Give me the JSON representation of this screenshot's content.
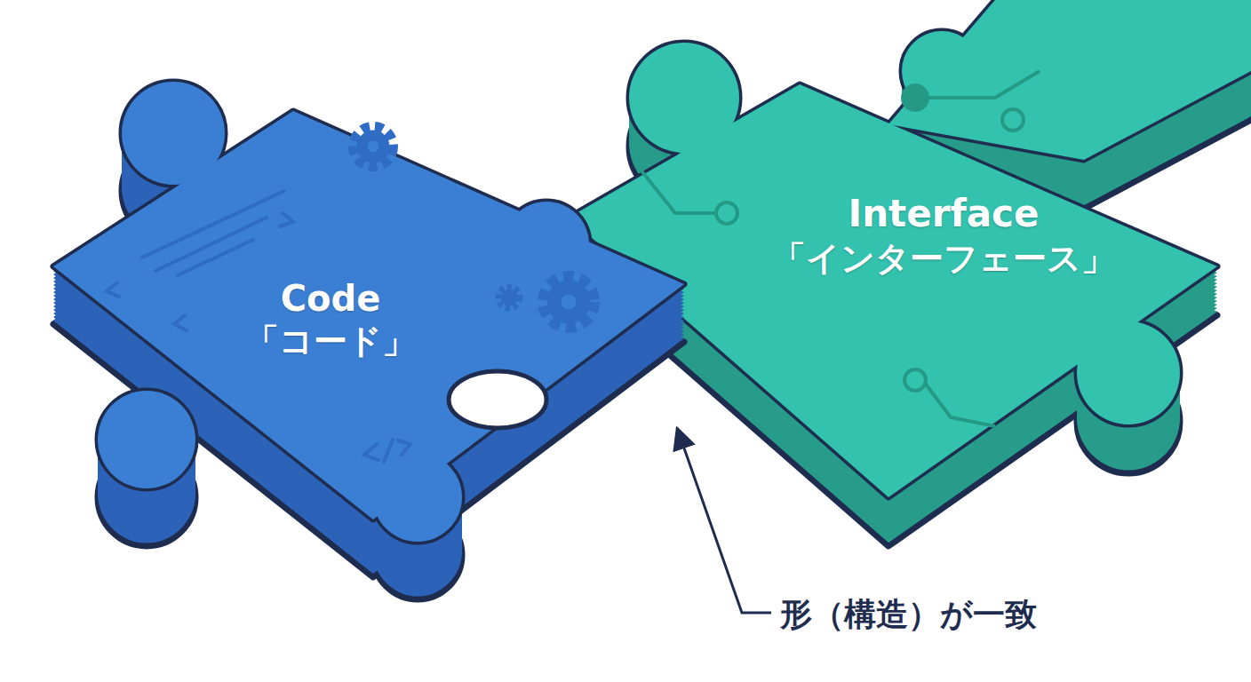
{
  "diagram": {
    "nodes": [
      {
        "text": [
          "Code",
          "「コード」"
        ]
      },
      {
        "text": [
          "Interface",
          "「インターフェース」"
        ]
      }
    ],
    "labels": [
      "形（構造）が一致"
    ]
  }
}
